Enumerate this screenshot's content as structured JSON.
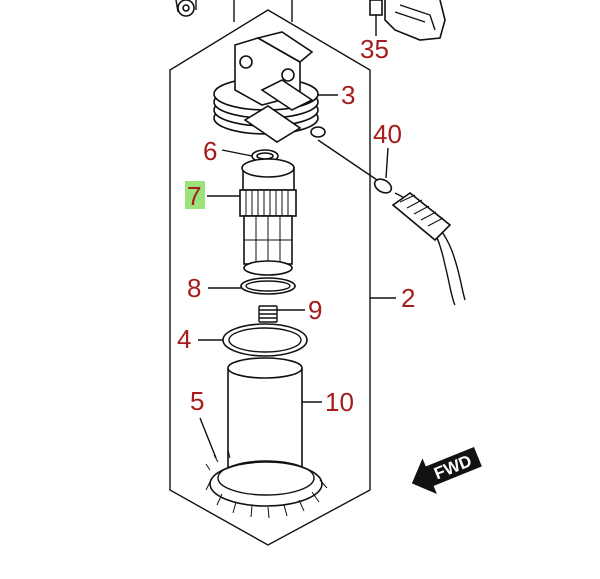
{
  "diagram": {
    "callouts": {
      "c2": "2",
      "c3": "3",
      "c4": "4",
      "c5": "5",
      "c6": "6",
      "c7": "7",
      "c8": "8",
      "c9": "9",
      "c10": "10",
      "c35": "35",
      "c40": "40"
    },
    "highlighted_callout": "7",
    "highlight_color": "#9be27a",
    "callout_color": "#a51c1c",
    "direction_arrow_label": "FWD"
  }
}
